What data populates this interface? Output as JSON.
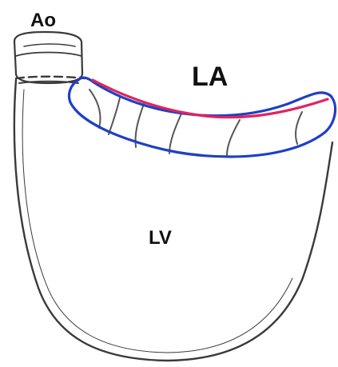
{
  "labels": {
    "ao": "Ao",
    "la": "LA",
    "lv": "LV"
  },
  "colors": {
    "outline": "#3a3a3a",
    "leaflet_outline": "#1f3fc4",
    "leaflet_line": "#e0245e",
    "hatching": "#555555"
  }
}
